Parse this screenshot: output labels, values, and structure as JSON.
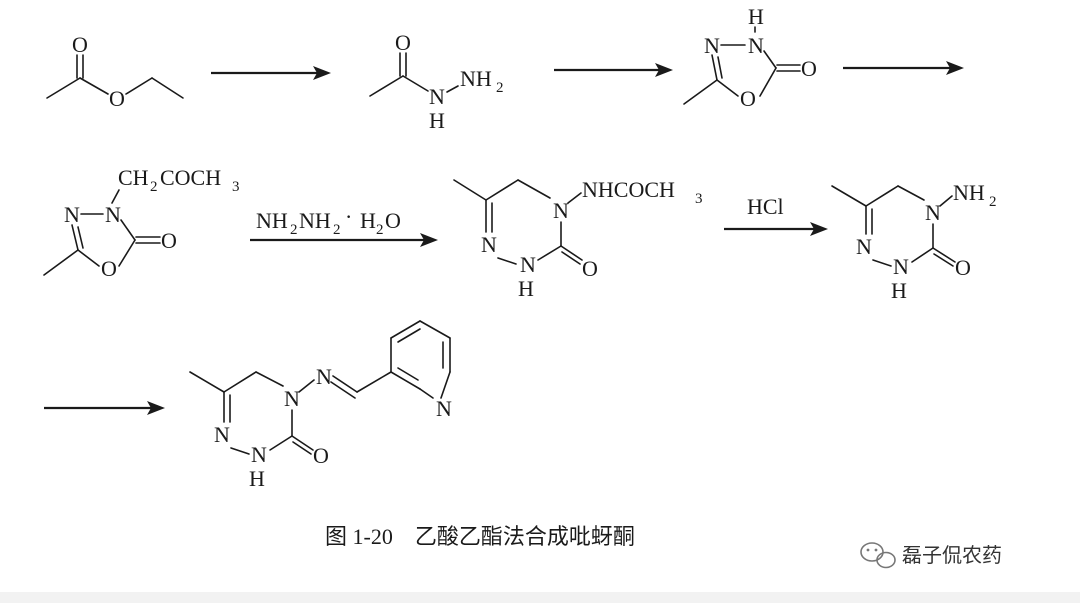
{
  "diagram": {
    "reagents": {
      "hydrazine": "NH",
      "hydrazine_sub1": "2",
      "hydrazine_mid": "NH",
      "hydrazine_sub2": "2",
      "hydrazine_dot": "·",
      "hydrazine_h2o": "H",
      "hydrazine_h2o_sub": "2",
      "hydrazine_o": "O",
      "hcl": "HCl"
    },
    "atoms": {
      "O": "O",
      "N": "N",
      "H": "H",
      "NH": "NH",
      "sub2": "2",
      "sub3": "3",
      "CH": "CH",
      "COCH": "COCH",
      "NHCOCH": "NHCOCH"
    },
    "caption": "图 1-20　乙酸乙酯法合成吡蚜酮"
  },
  "watermark": {
    "icon": "wechat-icon",
    "text": "磊子侃农药"
  }
}
